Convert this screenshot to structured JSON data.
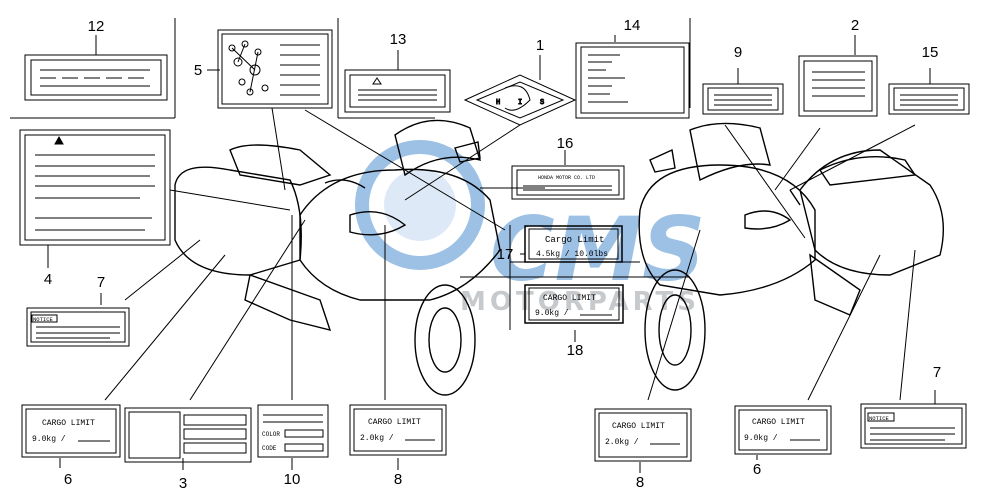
{
  "watermark": {
    "brand": "CMS",
    "subtitle": "MOTORPARTS",
    "color": "#4d8fd1"
  },
  "callouts": [
    {
      "id": "c1",
      "number": "1"
    },
    {
      "id": "c2",
      "number": "2"
    },
    {
      "id": "c3",
      "number": "3"
    },
    {
      "id": "c4",
      "number": "4"
    },
    {
      "id": "c5",
      "number": "5"
    },
    {
      "id": "c6a",
      "number": "6"
    },
    {
      "id": "c6b",
      "number": "6"
    },
    {
      "id": "c7a",
      "number": "7"
    },
    {
      "id": "c7b",
      "number": "7"
    },
    {
      "id": "c8a",
      "number": "8"
    },
    {
      "id": "c8b",
      "number": "8"
    },
    {
      "id": "c9",
      "number": "9"
    },
    {
      "id": "c10",
      "number": "10"
    },
    {
      "id": "c12",
      "number": "12"
    },
    {
      "id": "c13",
      "number": "13"
    },
    {
      "id": "c14",
      "number": "14"
    },
    {
      "id": "c15",
      "number": "15"
    },
    {
      "id": "c16",
      "number": "16"
    },
    {
      "id": "c17",
      "number": "17"
    },
    {
      "id": "c18",
      "number": "18"
    }
  ],
  "labels": {
    "notice_left": "NOTICE",
    "notice_right": "NOTICE",
    "cargo_6_left_title": "CARGO LIMIT",
    "cargo_6_left_value": "9.0kg  /",
    "cargo_8_left_title": "CARGO LIMIT",
    "cargo_8_left_value": "2.0kg  /",
    "cargo_8_right_title": "CARGO LIMIT",
    "cargo_8_right_value": "2.0kg  /",
    "cargo_6_right_title": "CARGO LIMIT",
    "cargo_6_right_value": "9.0kg  /",
    "cargo_17_title": "Cargo Limit",
    "cargo_17_value": "4.5kg  /  10.0lbs",
    "cargo_18_title": "CARGO LIMIT",
    "cargo_18_value": "9.0kg  /",
    "color_code_color": "COLOR",
    "color_code_code": "CODE",
    "honda_label_16": "HONDA MOTOR CO. LTD"
  }
}
